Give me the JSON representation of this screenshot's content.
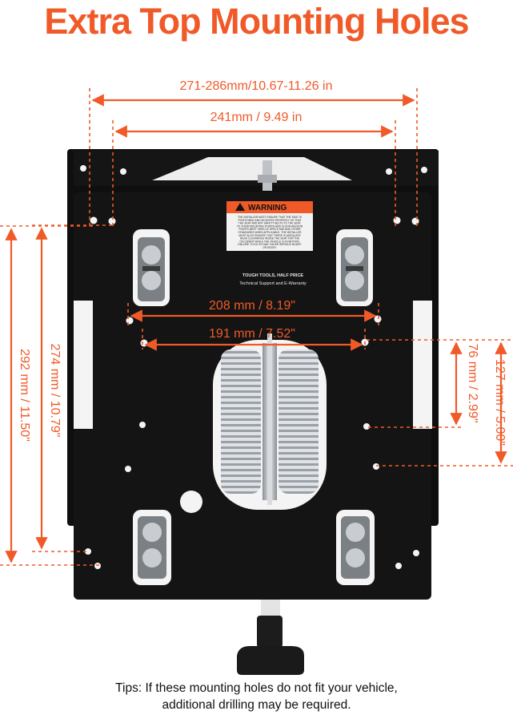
{
  "title": "Extra Top Mounting Holes",
  "dimensions": {
    "top_outer": "271-286mm/10.67-11.26 in",
    "top_inner": "241mm / 9.49 in",
    "mid_outer": "208 mm / 8.19\"",
    "mid_inner": "191 mm / 7.52\"",
    "left_outer": "292 mm / 11.50\"",
    "left_inner": "274 mm / 10.79\"",
    "right_inner": "76 mm / 2.99\"",
    "right_outer": "127 mm / 5.00\""
  },
  "warning_label": {
    "heading": "WARNING",
    "body_lines": [
      "THE INSTALLER MUST ENSURE THAT THE SEAT IS",
      "POSITIONED AND MOUNTED PROPERLY SO THAT",
      "THE SEAT AND ANY SAFETY BELTS TO THE SEAT,",
      "TO THEIR MOUNTING POINTS AND FLOOR ANCHOR",
      "POINTS MEET VEHICLE SPECS SAE AND OTHER",
      "STANDARDS WHEN APPLICABLE. THE INSTALLER",
      "MUST ALSO ENSURE THAT THERE IS ADEQUATE",
      "HEAD CLEARANCE INSIDE THE SEAT FOR THE",
      "OCCUPANT WHILE THE VEHICLE IS IN MOTION.",
      "FAILURE TO DO SO MAY CAUSE SERIOUS INJURY",
      "OR DEATH."
    ]
  },
  "brand_label": {
    "line1": "TOUGH TOOLS, HALF PRICE",
    "line2": "Technical Support and E-Warranty"
  },
  "tips": {
    "line1": "Tips: If these mounting holes do not fit your vehicle,",
    "line2": "additional drilling may be required."
  },
  "colors": {
    "accent": "#f05a28",
    "plate": "#141414",
    "spring": "#c8ccd0"
  }
}
